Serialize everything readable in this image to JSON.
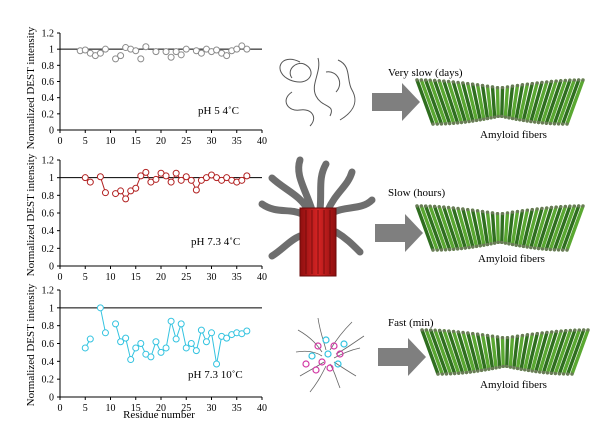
{
  "chart_data": [
    {
      "type": "scatter",
      "ylabel": "Normalized DEST intensity",
      "xlabel": "",
      "annotation": "pH 5 4˚C",
      "xlim": [
        0,
        40
      ],
      "ylim": [
        0,
        1.2
      ],
      "xticks": [
        "0",
        "5",
        "10",
        "15",
        "20",
        "25",
        "30",
        "35",
        "40"
      ],
      "yticks": [
        "0",
        "0.2",
        "0.4",
        "0.6",
        "0.8",
        "1",
        "1.2"
      ],
      "reference_line": 1,
      "connected": false,
      "marker_color": "#8c8c8c",
      "series": [
        {
          "x": [
            4,
            5,
            6,
            7,
            8,
            9,
            11,
            12,
            13,
            14,
            15,
            16,
            17,
            19,
            21,
            22,
            23,
            24,
            25,
            27,
            28,
            29,
            30,
            31,
            32,
            33,
            34,
            35,
            36,
            37
          ],
          "y": [
            0.98,
            0.99,
            0.95,
            0.92,
            0.95,
            1.0,
            0.88,
            0.92,
            1.02,
            1.0,
            0.98,
            0.88,
            1.03,
            0.97,
            0.97,
            0.9,
            0.97,
            0.93,
            1.0,
            0.98,
            0.95,
            1.0,
            0.97,
            0.99,
            0.95,
            0.92,
            0.98,
            1.0,
            1.04,
            1.0
          ]
        }
      ]
    },
    {
      "type": "line",
      "ylabel": "Normalized DEST intensity",
      "xlabel": "",
      "annotation": "pH 7.3 4˚C",
      "xlim": [
        0,
        40
      ],
      "ylim": [
        0,
        1.2
      ],
      "xticks": [
        "0",
        "5",
        "10",
        "15",
        "20",
        "25",
        "30",
        "35",
        "40"
      ],
      "yticks": [
        "0",
        "0.2",
        "0.4",
        "0.6",
        "0.8",
        "1",
        "1.2"
      ],
      "reference_line": 1,
      "connected": true,
      "marker_color": "#b22222",
      "series": [
        {
          "x": [
            5,
            6,
            8,
            9,
            11,
            12,
            13,
            14,
            15,
            16,
            17,
            18,
            19,
            20,
            21,
            22,
            23,
            24,
            25,
            26,
            27,
            28,
            29,
            30,
            31,
            32,
            33,
            34,
            35,
            36,
            37
          ],
          "y": [
            1.0,
            0.95,
            1.01,
            0.83,
            0.82,
            0.85,
            0.76,
            0.85,
            0.88,
            1.02,
            1.06,
            0.95,
            0.98,
            1.05,
            1.02,
            0.95,
            1.05,
            0.97,
            1.01,
            0.97,
            0.86,
            0.97,
            1.0,
            1.03,
            1.0,
            0.97,
            1.0,
            0.97,
            0.95,
            0.97,
            1.02
          ]
        }
      ]
    },
    {
      "type": "line",
      "ylabel": "Normalized DEST intensity",
      "xlabel": "Residue number",
      "annotation": "pH 7.3 10˚C",
      "xlim": [
        0,
        40
      ],
      "ylim": [
        0,
        1.2
      ],
      "xticks": [
        "0",
        "5",
        "10",
        "15",
        "20",
        "25",
        "30",
        "35",
        "40"
      ],
      "yticks": [
        "0",
        "0.2",
        "0.4",
        "0.6",
        "0.8",
        "1",
        "1.2"
      ],
      "reference_line": 1,
      "connected": true,
      "marker_color": "#33c3e0",
      "series": [
        {
          "x": [
            5,
            6,
            8,
            9,
            11,
            12,
            13,
            14,
            15,
            16,
            17,
            18,
            19,
            20,
            21,
            22,
            23,
            24,
            25,
            26,
            27,
            28,
            29,
            30,
            31,
            32,
            33,
            34,
            35,
            36,
            37
          ],
          "y": [
            0.55,
            0.65,
            1.0,
            0.72,
            0.82,
            0.62,
            0.66,
            0.42,
            0.55,
            0.6,
            0.48,
            0.45,
            0.62,
            0.5,
            0.55,
            0.85,
            0.65,
            0.82,
            0.55,
            0.6,
            0.52,
            0.75,
            0.62,
            0.72,
            0.37,
            0.68,
            0.66,
            0.7,
            0.72,
            0.71,
            0.74
          ]
        }
      ]
    }
  ],
  "rows": [
    {
      "speed_label": "Very slow (days)",
      "product_label": "Amyloid fibers"
    },
    {
      "speed_label": "Slow (hours)",
      "product_label": "Amyloid fibers"
    },
    {
      "speed_label": "Fast (min)",
      "product_label": "Amyloid fibers"
    }
  ],
  "colors": {
    "axis": "#000000",
    "arrow": "#7f7f7f",
    "monomer_strand": "#555555",
    "micelle_core": "#c41a1a",
    "micelle_arm": "#6e6e6e",
    "oligomer_blue": "#33c3e0",
    "oligomer_pink": "#d23aa5",
    "fiber_green": "#5aa832",
    "fiber_dark": "#2f6e1f",
    "fiber_node": "#6b7a58"
  }
}
